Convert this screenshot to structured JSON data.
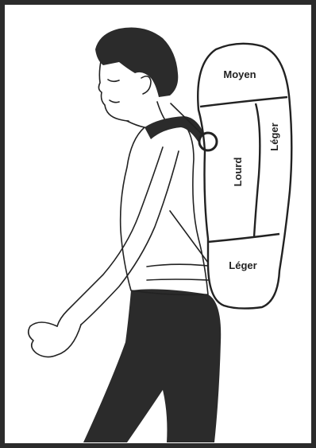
{
  "colors": {
    "ink": "#222222",
    "frame": "#2b2b2b",
    "background": "#ffffff"
  },
  "zones": {
    "top": "Moyen",
    "core": "Lourd",
    "outer": "Léger",
    "bottom": "Léger"
  }
}
